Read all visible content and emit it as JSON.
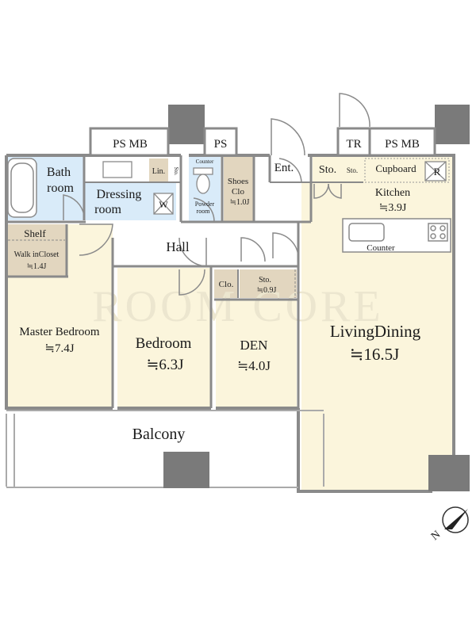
{
  "colors": {
    "wall": "#8a8a8a",
    "wall_dark": "#6f6f6f",
    "floor_cream": "#fbf5dc",
    "floor_blue": "#d9ebf9",
    "floor_tan": "#e2d6bf",
    "pillar": "#7a7a7a",
    "watermark": "#ece6cf"
  },
  "labels": {
    "ps_mb_left": "PS MB",
    "ps": "PS",
    "tr": "TR",
    "ps_mb_right": "PS MB",
    "bath_1": "Bath",
    "bath_2": "room",
    "lin": "Lin.",
    "sto_small_top": "Sto.",
    "counter_top": "Counter",
    "dressing_1": "Dressing",
    "dressing_2": "room",
    "w_mark": "W",
    "powder_1": "Powder",
    "powder_2": "room",
    "shoes_1": "Shoes",
    "shoes_2": "Clo",
    "shoes_3": "≒1.0J",
    "ent": "Ent.",
    "sto_kitchen": "Sto.",
    "sto_kitchen_small": "Sto.",
    "cupboard": "Cupboard",
    "r_mark": "R",
    "kitchen_1": "Kitchen",
    "kitchen_2": "≒3.9J",
    "counter_kitchen": "Counter",
    "shelf": "Shelf",
    "wic_1": "Walk inCloset",
    "wic_2": "≒1.4J",
    "hall": "Hall",
    "clo": "Clo.",
    "sto_hall_1": "Sto.",
    "sto_hall_2": "≒0.9J",
    "master_1": "Master Bedroom",
    "master_2": "≒7.4J",
    "bedroom_1": "Bedroom",
    "bedroom_2": "≒6.3J",
    "den_1": "DEN",
    "den_2": "≒4.0J",
    "living_1": "LivingDining",
    "living_2": "≒16.5J",
    "balcony": "Balcony",
    "watermark": "ROOM CORE",
    "compass": "N"
  }
}
